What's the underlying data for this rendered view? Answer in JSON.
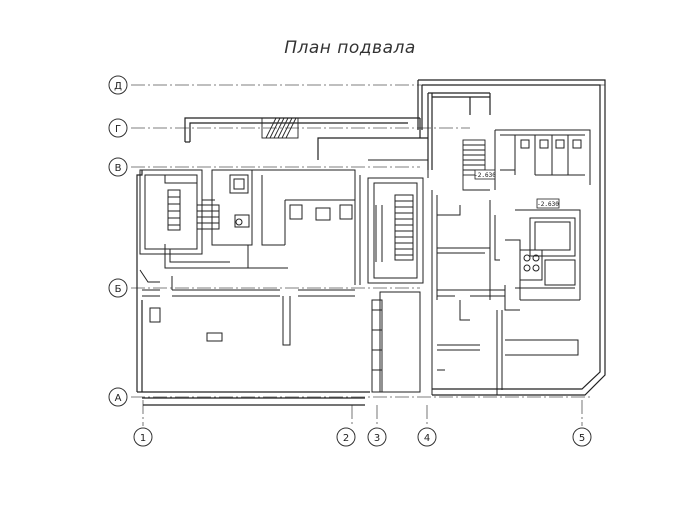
{
  "title": "План подвала",
  "axes": {
    "rows": [
      "Д",
      "Г",
      "В",
      "Б",
      "А"
    ],
    "columns": [
      "1",
      "2",
      "3",
      "4",
      "5"
    ]
  },
  "level_marks": [
    "-2.630",
    "-2.630"
  ],
  "colors": {
    "background": "#ffffff",
    "line": "#222222",
    "axis": "#444444"
  }
}
